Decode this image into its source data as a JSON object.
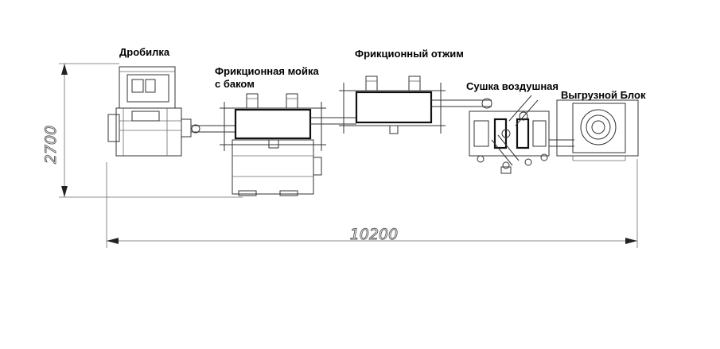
{
  "labels": {
    "crusher": "Дробилка",
    "washer_line1": "Фрикционная мойка",
    "washer_line2": "с баком",
    "squeezer": "Фрикционный отжим",
    "dryer": "Сушка воздушная",
    "unloader": "Выгрузной Блок"
  },
  "dimensions": {
    "height": "2700",
    "length": "10200"
  },
  "colors": {
    "line": "#333333",
    "dimension": "#555555"
  }
}
